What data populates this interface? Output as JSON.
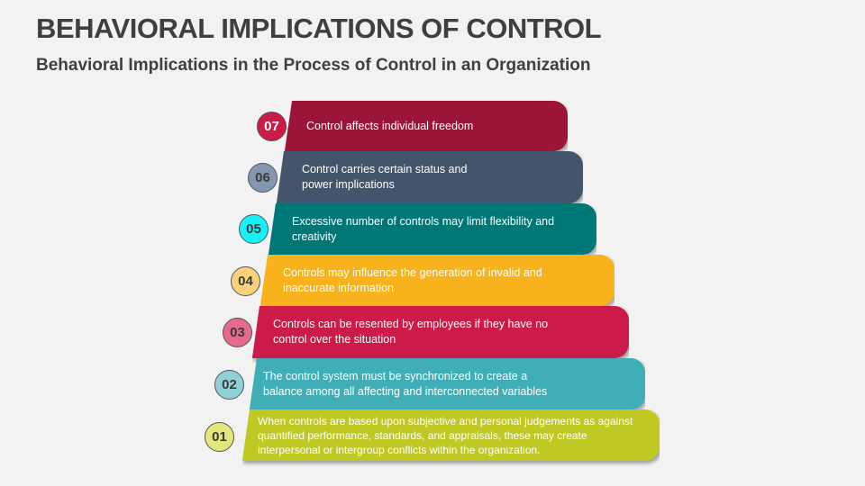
{
  "header": {
    "title": "BEHAVIORAL IMPLICATIONS OF CONTROL",
    "subtitle": "Behavioral Implications in the Process of Control in an Organization"
  },
  "steps": [
    {
      "number": "07",
      "text": "Control affects individual freedom",
      "bar_color": "#9b1536",
      "circle_color": "#cc1b47",
      "number_color": "#ffffff"
    },
    {
      "number": "06",
      "text": "Control carries certain status and power implications",
      "bar_color": "#44546a",
      "circle_color": "#8497b0",
      "number_color": "#3a3a3a"
    },
    {
      "number": "05",
      "text": "Excessive number of controls may limit flexibility and creativity",
      "bar_color": "#007777",
      "circle_color": "#16f0f7",
      "number_color": "#3a3a3a"
    },
    {
      "number": "04",
      "text": "Controls may influence the generation of invalid and inaccurate information",
      "bar_color": "#f8b21b",
      "circle_color": "#fbd27a",
      "number_color": "#3a3a3a"
    },
    {
      "number": "03",
      "text": "Controls can be resented by employees if they have no control over the situation",
      "bar_color": "#cc1b49",
      "circle_color": "#e56a8c",
      "number_color": "#3a3a3a"
    },
    {
      "number": "02",
      "text": "The control system must be synchronized to create a balance among all affecting and interconnected variables",
      "bar_color": "#40aeb7",
      "circle_color": "#8fd0d5",
      "number_color": "#3a3a3a"
    },
    {
      "number": "01",
      "text": "When controls are based upon subjective and personal judgements as against quantified performance, standards, and appraisals, these may create interpersonal or intergroup conflicts within the organization.",
      "bar_color": "#c0c923",
      "circle_color": "#e3e77b",
      "number_color": "#3a3a3a"
    }
  ]
}
